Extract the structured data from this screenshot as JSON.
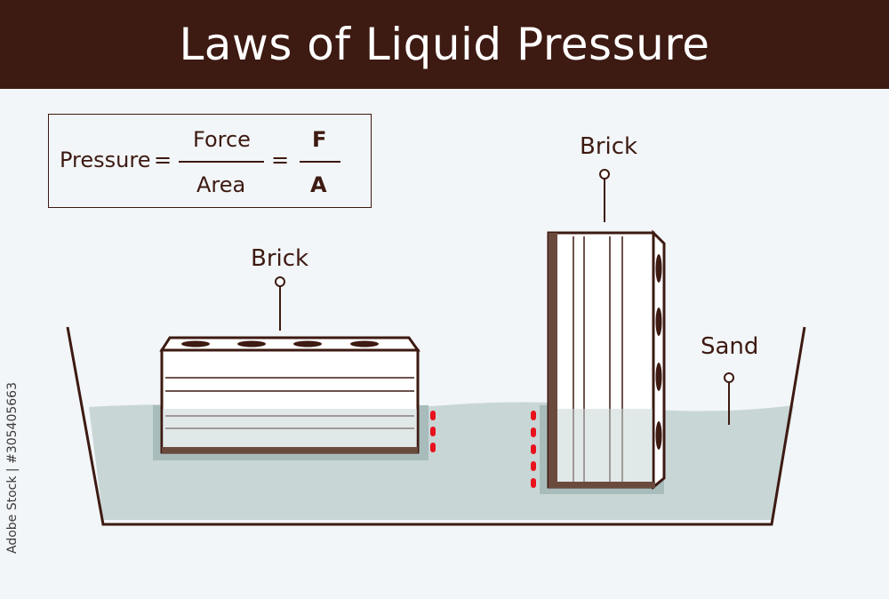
{
  "title": "Laws of Liquid Pressure",
  "formula": {
    "lhs": "Pressure",
    "equals": "=",
    "numerator_word": "Force",
    "denominator_word": "Area",
    "numerator_symbol": "F",
    "denominator_symbol": "A"
  },
  "labels": {
    "brick_horizontal": "Brick",
    "brick_vertical": "Brick",
    "sand": "Sand"
  },
  "watermark": "Adobe Stock | #305405663",
  "colors": {
    "header_bg": "#3d1a12",
    "ink": "#3d1a12",
    "sand": "#c9d6d6",
    "background": "#f2f6f8",
    "depth_marker": "#e8111c",
    "brick_shadow": "#6b4a3e"
  }
}
